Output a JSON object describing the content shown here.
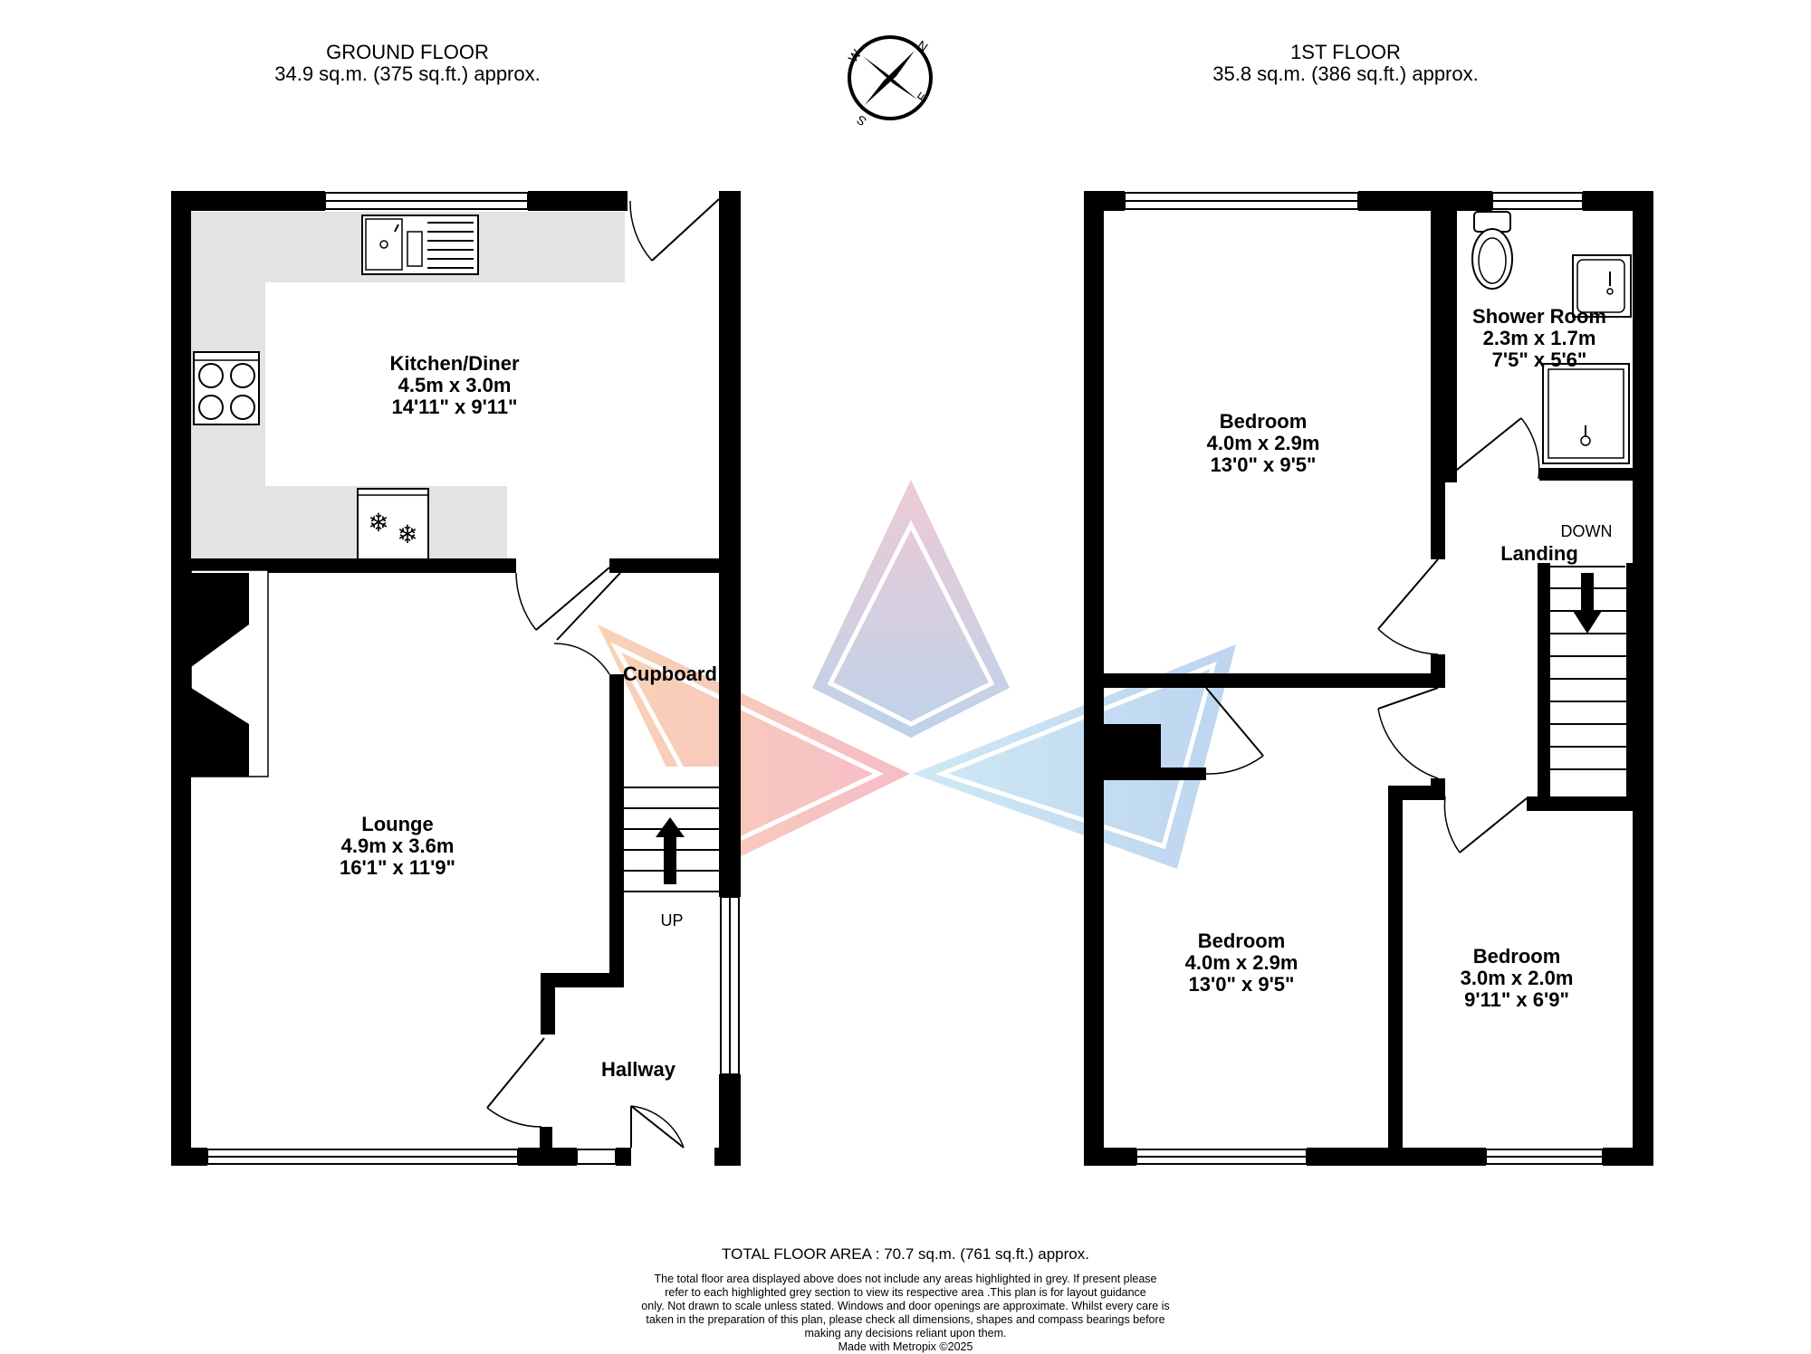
{
  "ground_floor": {
    "title": "GROUND FLOOR",
    "area": "34.9 sq.m. (375 sq.ft.) approx.",
    "rooms": [
      {
        "name": "Kitchen/Diner",
        "metric": "4.5m  x 3.0m",
        "imperial": "14'11\"  x 9'11\""
      },
      {
        "name": "Lounge",
        "metric": "4.9m  x 3.6m",
        "imperial": "16'1\"  x 11'9\""
      },
      {
        "name": "Hallway"
      },
      {
        "name": "Cupboard"
      }
    ],
    "stairs_label": "UP"
  },
  "first_floor": {
    "title": "1ST FLOOR",
    "area": "35.8 sq.m. (386 sq.ft.) approx.",
    "rooms": [
      {
        "name": "Bedroom",
        "metric": "4.0m  x 2.9m",
        "imperial": "13'0\"  x 9'5\""
      },
      {
        "name": "Shower Room",
        "metric": "2.3m  x 1.7m",
        "imperial": "7'5\"  x 5'6\""
      },
      {
        "name": "Landing"
      },
      {
        "name": "Bedroom",
        "metric": "4.0m  x 2.9m",
        "imperial": "13'0\"  x 9'5\""
      },
      {
        "name": "Bedroom",
        "metric": "3.0m  x 2.0m",
        "imperial": "9'11\"  x 6'9\""
      }
    ],
    "stairs_label": "DOWN"
  },
  "compass": {
    "n": "N",
    "e": "E",
    "s": "S",
    "w": "W"
  },
  "footer": {
    "total": "TOTAL FLOOR AREA : 70.7 sq.m. (761 sq.ft.) approx.",
    "disclaimer": [
      "The total floor area displayed above does not include any areas highlighted in grey. If present please",
      "refer to each highlighted grey section to view its respective area .This plan is for layout guidance",
      "only. Not drawn to scale unless stated. Windows and door openings are approximate. Whilst every care is",
      "taken in the preparation of this plan, please check all dimensions, shapes and compass bearings before",
      "making any decisions reliant upon them."
    ],
    "credit": "Made with Metropix ©2025"
  },
  "colors": {
    "wall": "#000000",
    "grey_area": "#e3e3e3",
    "window": "#ffffff"
  }
}
